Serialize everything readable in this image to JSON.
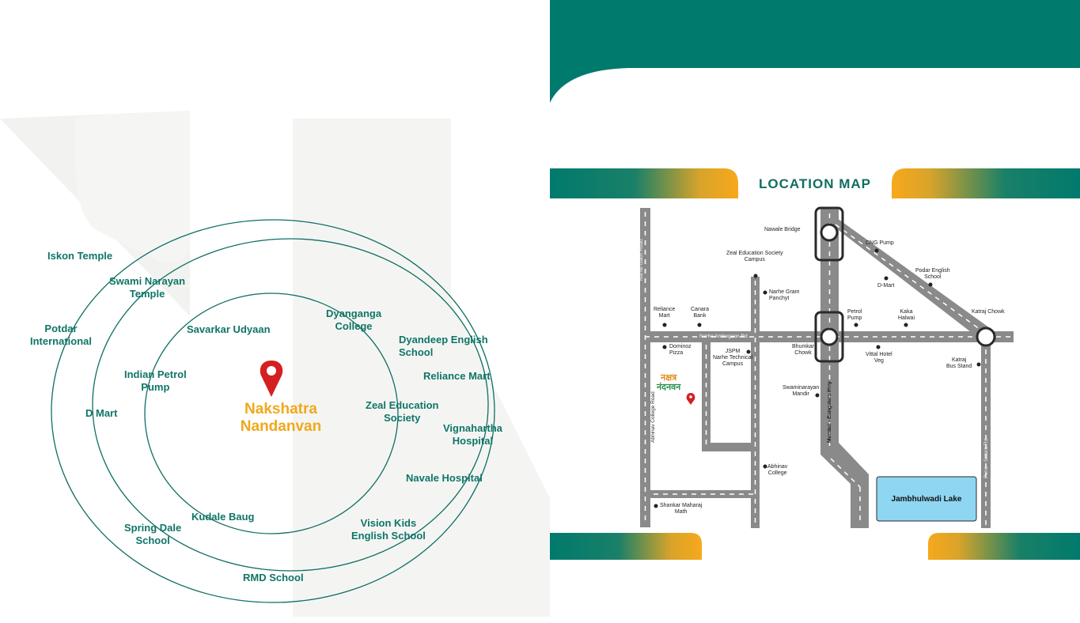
{
  "project": {
    "name_line1": "Nakshatra",
    "name_line2": "Nandanvan",
    "logo_text_top": "नक्षत्र",
    "logo_text_bottom": "नंदनवन"
  },
  "colors": {
    "teal": "#007a6d",
    "label_teal": "#0f7567",
    "orange": "#f7a81b",
    "road": "#8a8a8a",
    "lake": "#8fd6f2",
    "pin": "#d42020"
  },
  "rings": {
    "inner": [
      {
        "text": "Savarkar Udyaan"
      },
      {
        "text": "Dyanganga\nCollege"
      },
      {
        "text": "Indian Petrol\nPump"
      },
      {
        "text": "Zeal Education\nSociety"
      },
      {
        "text": "Kudale Baug"
      }
    ],
    "middle": [
      {
        "text": "Swami Narayan\nTemple"
      },
      {
        "text": "Dyandeep English\nSchool"
      },
      {
        "text": "Reliance Mart"
      },
      {
        "text": "D Mart"
      },
      {
        "text": "Vignahartha\nHospital"
      },
      {
        "text": "Navale Hospital"
      },
      {
        "text": "Spring Dale\nSchool"
      },
      {
        "text": "Vision Kids\nEnglish School"
      }
    ],
    "outer": [
      {
        "text": "Iskon Temple"
      },
      {
        "text": "Potdar\nInternational"
      },
      {
        "text": "RMD School"
      }
    ]
  },
  "map": {
    "title": "LOCATION MAP",
    "roads": {
      "narhe_gaon": "Narhe Gaon Road",
      "narhe_ambegaon": "Narhe Ambegaon Rd",
      "abhinav_college": "Abhinav College Road",
      "mumbai_bangaluru": "Mumbai - Bangaluru Hwy",
      "pune_satara": "Pune - Satara Rd"
    },
    "pois": {
      "nawale_bridge": "Nawale Bridge",
      "cng_pump": "CNG Pump",
      "zeal_campus": "Zeal Education Society\nCampus",
      "podar_school": "Podar English\nSchool",
      "d_mart": "D-Mart",
      "narhe_gram": "Narhe Gram\nPanchyt",
      "reliance_mart": "Reliance\nMart",
      "canara_bank": "Canara\nBank",
      "petrol_pump": "Petrol\nPump",
      "kaka_halwai": "Kaka\nHalwai",
      "katraj_chowk": "Katraj Chowk",
      "dominoz_pizza": "Dominoz\nPizza",
      "jspm": "JSPM\nNarhe Technical\nCampus",
      "bhumkar_chowk": "Bhumkar\nChowk",
      "vittal_hotel": "Vittal Hotel\nVeg",
      "katraj_bus_stand": "Katraj\nBus Stand",
      "swaminarayan_mandir": "Swaminarayan\nMandir",
      "abhinav_college": "Abhinav\nCollege",
      "shankar_maharaj": "Shankar Maharaj\nMath"
    },
    "lake": "Jambhulwadi Lake"
  }
}
